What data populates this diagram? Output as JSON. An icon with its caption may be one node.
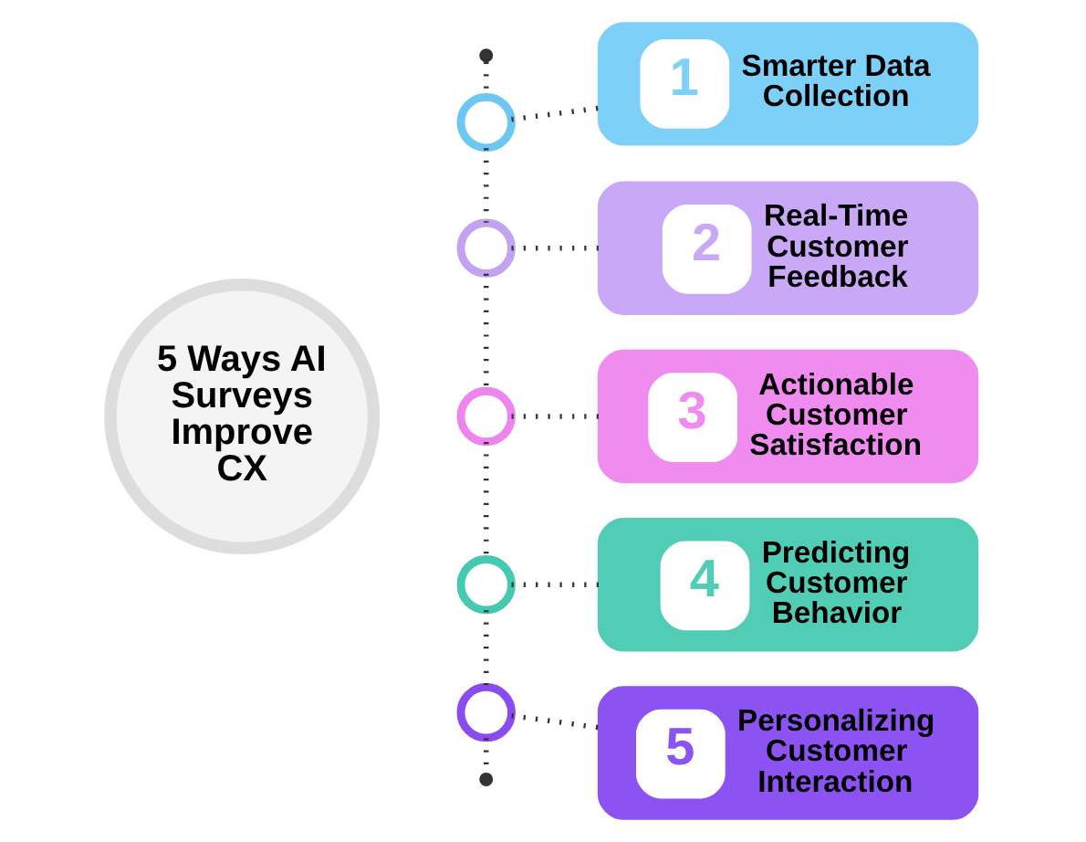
{
  "diagram": {
    "nodes": [
      {
        "text": [
          "5 Ways AI Surveys Improve CX"
        ]
      },
      {
        "text": [],
        "shape": "dot"
      },
      {
        "text": [],
        "shape": "circle"
      },
      {
        "text": [],
        "shape": "circle"
      },
      {
        "text": [],
        "shape": "circle"
      },
      {
        "text": [],
        "shape": "circle"
      },
      {
        "text": [],
        "shape": "circle"
      },
      {
        "text": [],
        "shape": "dot"
      },
      {
        "text": [
          "1",
          "Smarter Data Collection"
        ]
      },
      {
        "text": [
          "2",
          "Real-Time Customer Feedback"
        ]
      },
      {
        "text": [
          "3",
          "Actionable Customer Satisfaction"
        ]
      },
      {
        "text": [
          "4",
          "Predicting Customer Behavior"
        ]
      },
      {
        "text": [
          "5",
          "Personalizing Customer Interaction"
        ]
      }
    ],
    "edges": [
      {
        "from": 1,
        "to": 2,
        "arrow": "none",
        "style": "dashed"
      },
      {
        "from": 2,
        "to": 3,
        "arrow": "none",
        "style": "dashed"
      },
      {
        "from": 3,
        "to": 4,
        "arrow": "none",
        "style": "dashed"
      },
      {
        "from": 4,
        "to": 5,
        "arrow": "none",
        "style": "dashed"
      },
      {
        "from": 5,
        "to": 6,
        "arrow": "none",
        "style": "dashed"
      },
      {
        "from": 6,
        "to": 7,
        "arrow": "none",
        "style": "dashed"
      },
      {
        "from": 2,
        "to": 8,
        "arrow": "none",
        "style": "dashed"
      },
      {
        "from": 3,
        "to": 9,
        "arrow": "none",
        "style": "dashed"
      },
      {
        "from": 4,
        "to": 10,
        "arrow": "none",
        "style": "dashed"
      },
      {
        "from": 5,
        "to": 11,
        "arrow": "none",
        "style": "dashed"
      },
      {
        "from": 6,
        "to": 12,
        "arrow": "none",
        "style": "dashed"
      }
    ]
  }
}
